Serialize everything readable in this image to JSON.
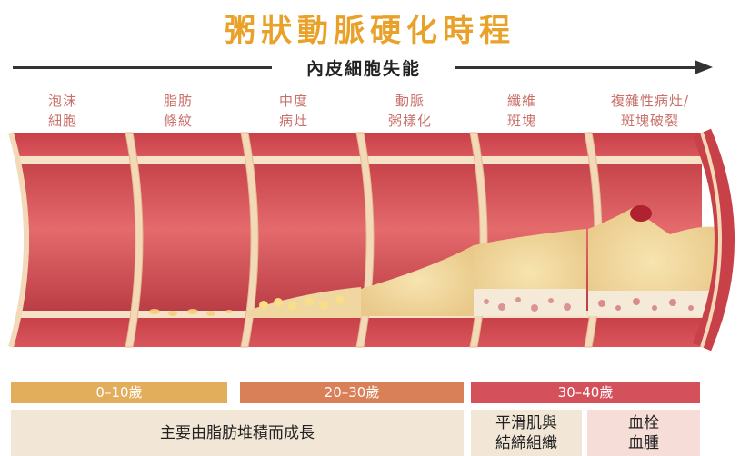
{
  "title": "粥狀動脈硬化時程",
  "arrow_label": "內皮細胞失能",
  "stages": [
    {
      "line1": "泡沫",
      "line2": "細胞"
    },
    {
      "line1": "脂肪",
      "line2": "條紋"
    },
    {
      "line1": "中度",
      "line2": "病灶"
    },
    {
      "line1": "動脈",
      "line2": "粥樣化"
    },
    {
      "line1": "纖維",
      "line2": "斑塊"
    },
    {
      "line1": "複雜性病灶/",
      "line2": "斑塊破裂"
    }
  ],
  "ages": [
    {
      "label": "0–10歲",
      "color": "#e2ae5c"
    },
    {
      "label": "20–30歲",
      "color": "#d98058"
    },
    {
      "label": "30–40歲",
      "color": "#d4505a"
    }
  ],
  "descriptions": [
    {
      "line1": "主要由脂肪堆積而成長",
      "line2": ""
    },
    {
      "line1": "平滑肌與",
      "line2": "結締組織"
    },
    {
      "line1": "血栓",
      "line2": "血腫"
    }
  ],
  "colors": {
    "title": "#e9a229",
    "stage_label": "#c9706a",
    "desc_bg_1": "#f2e6d6",
    "desc_bg_2": "#f6ddd8"
  }
}
